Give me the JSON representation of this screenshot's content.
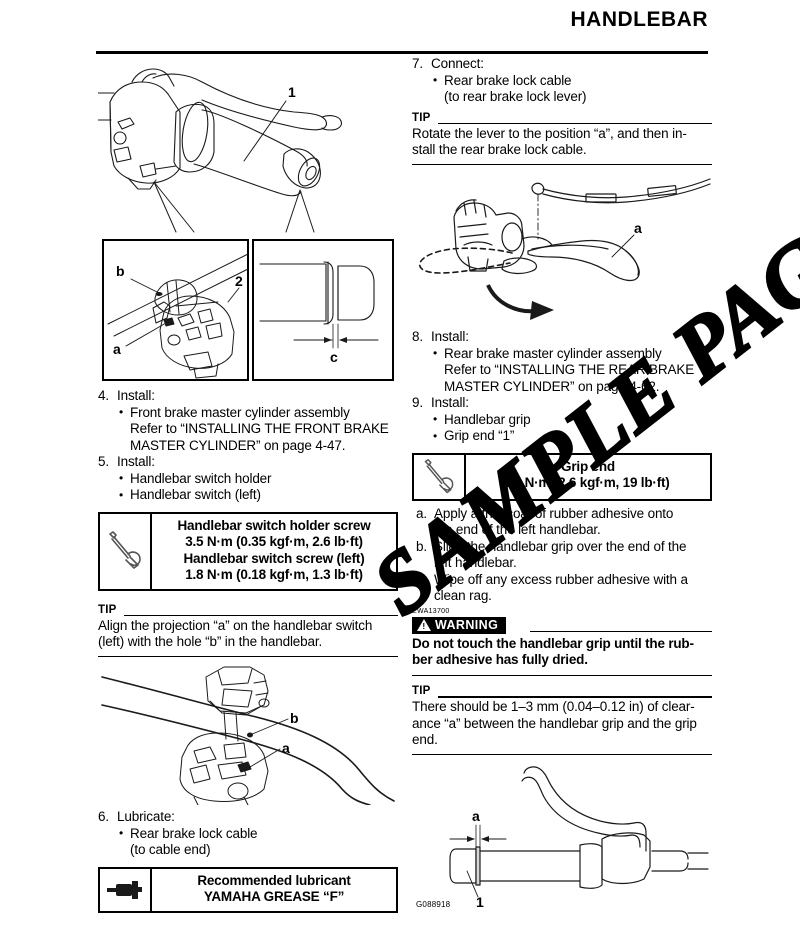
{
  "header": {
    "title": "HANDLEBAR"
  },
  "watermark": {
    "text": "SAMPLE PAGE"
  },
  "left_column": {
    "figure_top": {
      "name": "handlebar-grip-assembly",
      "callouts": [
        "1"
      ]
    },
    "figure_detail_left": {
      "name": "handlebar-switch-detail",
      "callouts": [
        "b",
        "a",
        "2"
      ]
    },
    "figure_detail_right": {
      "name": "grip-end-clearance-detail",
      "callouts": [
        "c"
      ]
    },
    "step4": {
      "number": "4.",
      "title": "Install:",
      "bullets": [
        {
          "text": "Front brake master cylinder assembly",
          "cont1": "Refer to “INSTALLING THE FRONT BRAKE",
          "cont2": "MASTER CYLINDER” on page 4-47."
        }
      ]
    },
    "step5": {
      "number": "5.",
      "title": "Install:",
      "bullets": [
        {
          "text": "Handlebar switch holder"
        },
        {
          "text": "Handlebar switch (left)"
        }
      ]
    },
    "spec_screw": {
      "icon": "torque-wrench-icon",
      "lines": [
        "Handlebar switch holder screw",
        "3.5 N·m (0.35 kgf·m, 2.6 lb·ft)",
        "Handlebar switch screw (left)",
        "1.8 N·m (0.18 kgf·m, 1.3 lb·ft)"
      ]
    },
    "tip1": {
      "label": "TIP",
      "line1": "Align the projection “a” on the handlebar switch",
      "line2": "(left) with the hole “b” in the handlebar."
    },
    "figure_switch": {
      "name": "handlebar-switch-alignment",
      "callouts": [
        "b",
        "a"
      ]
    },
    "step6": {
      "number": "6.",
      "title": "Lubricate:",
      "bullets": [
        {
          "text": "Rear brake lock cable",
          "cont1": "(to cable end)"
        }
      ]
    },
    "spec_lubricant": {
      "icon": "grease-gun-icon",
      "lines": [
        "Recommended lubricant",
        "YAMAHA GREASE “F”"
      ]
    }
  },
  "right_column": {
    "step7": {
      "number": "7.",
      "title": "Connect:",
      "bullets": [
        {
          "text": "Rear brake lock cable",
          "cont1": "(to rear brake lock lever)"
        }
      ]
    },
    "tip1": {
      "label": "TIP",
      "line1": "Rotate the lever to the position “a”, and then in-",
      "line2": "stall the rear brake lock cable."
    },
    "figure_lever": {
      "name": "rear-brake-lock-lever-rotation",
      "callouts": [
        "a"
      ]
    },
    "step8": {
      "number": "8.",
      "title": "Install:",
      "bullets": [
        {
          "text": "Rear brake master cylinder assembly",
          "cont1": "Refer to “INSTALLING THE REAR BRAKE",
          "cont2": "MASTER CYLINDER” on page 4-62."
        }
      ]
    },
    "step9": {
      "number": "9.",
      "title": "Install:",
      "bullets": [
        {
          "text": "Handlebar grip"
        },
        {
          "text": "Grip end “1”"
        }
      ]
    },
    "spec_grip_end": {
      "icon": "torque-wrench-icon",
      "lines": [
        "Grip end",
        "26 N·m (2.6 kgf·m, 19 lb·ft)"
      ]
    },
    "procedure": [
      {
        "label": "a.",
        "line1": "Apply a thin coat of rubber adhesive onto",
        "line2": "the end of the left handlebar."
      },
      {
        "label": "b.",
        "line1": "Slide the handlebar grip over the end of the",
        "line2": "left handlebar."
      },
      {
        "label": "c.",
        "line1": "Wipe off any excess rubber adhesive with a",
        "line2": "clean rag."
      }
    ],
    "warning": {
      "code": "EWA13700",
      "label": "WARNING",
      "line1": "Do not touch the handlebar grip until the rub-",
      "line2": "ber adhesive has fully dried."
    },
    "tip2": {
      "label": "TIP",
      "line1": "There should be 1–3 mm (0.04–0.12 in) of clear-",
      "line2": "ance “a” between the handlebar grip and the grip",
      "line3": "end."
    },
    "figure_grip_clearance": {
      "name": "grip-end-clearance-figure",
      "callouts": [
        "a",
        "1"
      ],
      "code": "G088918"
    }
  }
}
